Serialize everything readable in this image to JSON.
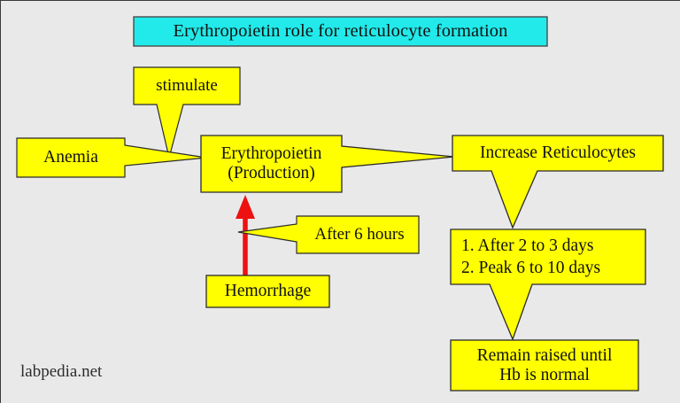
{
  "page": {
    "background_color": "#e9e9e9",
    "watermark": "labpedia.net"
  },
  "palette": {
    "title_fill": "#22eaea",
    "node_fill": "#ffff00",
    "node_stroke": "#8a7a00",
    "arrow_red": "#ee1111",
    "text": "#111111"
  },
  "title": {
    "text": "Erythropoietin role for reticulocyte formation",
    "shape": "rectangle",
    "fill": "#22eaea"
  },
  "nodes": {
    "anemia": {
      "label": "Anemia",
      "shape": "callout-right",
      "fill": "#ffff00"
    },
    "stimulate": {
      "label": "stimulate",
      "shape": "callout-down",
      "fill": "#ffff00"
    },
    "erythropoietin": {
      "label": "Erythropoietin\n(Production)",
      "line1": "Erythropoietin",
      "line2": "(Production)",
      "shape": "callout-right",
      "fill": "#ffff00"
    },
    "increase_reticulocytes": {
      "label": "Increase Reticulocytes",
      "shape": "callout-down",
      "fill": "#ffff00"
    },
    "timing_list": {
      "items": [
        "1. After 2 to 3 days",
        "2. Peak 6 to 10 days"
      ],
      "shape": "callout-down",
      "fill": "#ffff00"
    },
    "remain_raised": {
      "label": "Remain raised until\nHb is normal",
      "line1": "Remain raised until",
      "line2": "Hb is normal",
      "shape": "rectangle",
      "fill": "#ffff00"
    },
    "hemorrhage": {
      "label": "Hemorrhage",
      "shape": "rectangle",
      "fill": "#ffff00"
    },
    "after_6_hours": {
      "label": "After 6 hours",
      "shape": "callout-left",
      "fill": "#ffff00"
    }
  },
  "connectors": {
    "hemorrhage_to_erythropoietin": {
      "type": "arrow-up",
      "color": "#ee1111"
    }
  }
}
